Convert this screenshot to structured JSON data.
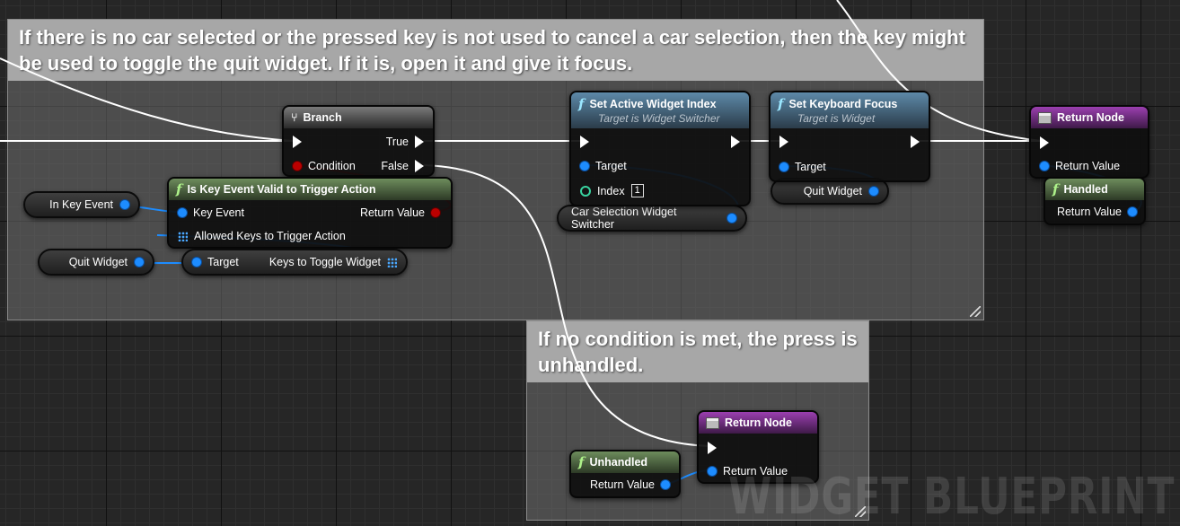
{
  "comments": {
    "top": "If there is no car selected or the pressed key is not used to cancel a car selection, then the key might be used to toggle the quit widget. If it is, open it and give it focus.",
    "bottom": "If no condition is met, the press is unhandled."
  },
  "branch": {
    "title": "Branch",
    "true": "True",
    "false": "False",
    "condition": "Condition"
  },
  "is_key_valid": {
    "title": "Is Key Event Valid to Trigger Action",
    "key_event": "Key Event",
    "return_value": "Return Value",
    "allowed_keys": "Allowed Keys to Trigger Action"
  },
  "getters": {
    "in_key_event": "In Key Event",
    "quit_widget_left": "Quit Widget",
    "car_selection_switcher": "Car Selection Widget Switcher",
    "quit_widget_focus": "Quit Widget"
  },
  "keys_toggle": {
    "target": "Target",
    "label": "Keys to Toggle Widget"
  },
  "set_active_index": {
    "title": "Set Active Widget Index",
    "subtitle": "Target is Widget Switcher",
    "target": "Target",
    "index": "Index",
    "index_value": "1"
  },
  "set_keyboard_focus": {
    "title": "Set Keyboard Focus",
    "subtitle": "Target is Widget",
    "target": "Target"
  },
  "return_top": {
    "title": "Return Node",
    "return_value": "Return Value"
  },
  "handled": {
    "title": "Handled",
    "return_value": "Return Value"
  },
  "return_bottom": {
    "title": "Return Node",
    "return_value": "Return Value"
  },
  "unhandled": {
    "title": "Unhandled",
    "return_value": "Return Value"
  },
  "watermark": "WIDGET BLUEPRINT",
  "colors": {
    "exec_wire": "#ffffff",
    "object_pin": "#1d8cff",
    "bool_pin": "#b00000",
    "int_pin": "#39d3a0",
    "pure_header": "#6d8c5c",
    "function_header": "#5d89a8",
    "return_header": "#9b3fb0"
  }
}
